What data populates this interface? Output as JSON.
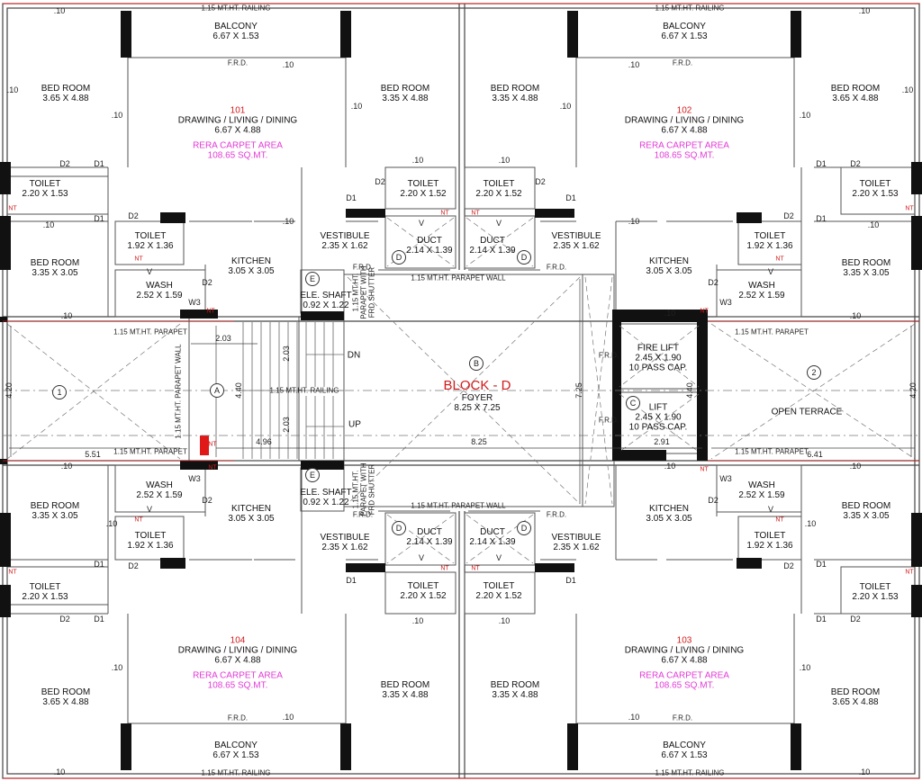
{
  "rooms": [
    {
      "id": "bal-tl",
      "name": "BALCONY",
      "size": "6.67 X 1.53"
    },
    {
      "id": "bal-tr",
      "name": "BALCONY",
      "size": "6.67 X 1.53"
    },
    {
      "id": "bal-bl",
      "name": "BALCONY",
      "size": "6.67 X 1.53"
    },
    {
      "id": "bal-br",
      "name": "BALCONY",
      "size": "6.67 X 1.53"
    },
    {
      "id": "bed-tl-out",
      "name": "BED ROOM",
      "size": "3.65 X 4.88"
    },
    {
      "id": "bed-tl-in",
      "name": "BED ROOM",
      "size": "3.35 X 4.88"
    },
    {
      "id": "bed-tr-in",
      "name": "BED ROOM",
      "size": "3.35 X 4.88"
    },
    {
      "id": "bed-tr-out",
      "name": "BED ROOM",
      "size": "3.65 X 4.88"
    },
    {
      "id": "bed-bl-out",
      "name": "BED ROOM",
      "size": "3.65 X 4.88"
    },
    {
      "id": "bed-bl-in",
      "name": "BED ROOM",
      "size": "3.35 X 4.88"
    },
    {
      "id": "bed-br-in",
      "name": "BED ROOM",
      "size": "3.35 X 4.88"
    },
    {
      "id": "bed-br-out",
      "name": "BED ROOM",
      "size": "3.65 X 4.88"
    },
    {
      "id": "bed2-tl",
      "name": "BED ROOM",
      "size": "3.35 X 3.05"
    },
    {
      "id": "bed2-tr",
      "name": "BED ROOM",
      "size": "3.35 X 3.05"
    },
    {
      "id": "bed2-bl",
      "name": "BED ROOM",
      "size": "3.35 X 3.05"
    },
    {
      "id": "bed2-br",
      "name": "BED ROOM",
      "size": "3.35 X 3.05"
    },
    {
      "id": "toilet-tl-a",
      "name": "TOILET",
      "size": "2.20 X 1.53"
    },
    {
      "id": "toilet-tr-a",
      "name": "TOILET",
      "size": "2.20 X 1.53"
    },
    {
      "id": "toilet-bl-a",
      "name": "TOILET",
      "size": "2.20 X 1.53"
    },
    {
      "id": "toilet-br-a",
      "name": "TOILET",
      "size": "2.20 X 1.53"
    },
    {
      "id": "toilet-tl-b",
      "name": "TOILET",
      "size": "1.92 X 1.36"
    },
    {
      "id": "toilet-tr-b",
      "name": "TOILET",
      "size": "1.92 X 1.36"
    },
    {
      "id": "toilet-bl-b",
      "name": "TOILET",
      "size": "1.92 X 1.36"
    },
    {
      "id": "toilet-br-b",
      "name": "TOILET",
      "size": "1.92 X 1.36"
    },
    {
      "id": "toilet-tc-l",
      "name": "TOILET",
      "size": "2.20 X 1.52"
    },
    {
      "id": "toilet-tc-r",
      "name": "TOILET",
      "size": "2.20 X 1.52"
    },
    {
      "id": "toilet-bc-l",
      "name": "TOILET",
      "size": "2.20 X 1.52"
    },
    {
      "id": "toilet-bc-r",
      "name": "TOILET",
      "size": "2.20 X 1.52"
    },
    {
      "id": "wash-tl",
      "name": "WASH",
      "size": "2.52 X 1.59"
    },
    {
      "id": "wash-tr",
      "name": "WASH",
      "size": "2.52 X 1.59"
    },
    {
      "id": "wash-bl",
      "name": "WASH",
      "size": "2.52 X 1.59"
    },
    {
      "id": "wash-br",
      "name": "WASH",
      "size": "2.52 X 1.59"
    },
    {
      "id": "kitchen-tl",
      "name": "KITCHEN",
      "size": "3.05 X 3.05"
    },
    {
      "id": "kitchen-tr",
      "name": "KITCHEN",
      "size": "3.05 X 3.05"
    },
    {
      "id": "kitchen-bl",
      "name": "KITCHEN",
      "size": "3.05 X 3.05"
    },
    {
      "id": "kitchen-br",
      "name": "KITCHEN",
      "size": "3.05 X 3.05"
    },
    {
      "id": "vest-tl",
      "name": "VESTIBULE",
      "size": "2.35 X 1.62"
    },
    {
      "id": "vest-tr",
      "name": "VESTIBULE",
      "size": "2.35 X 1.62"
    },
    {
      "id": "vest-bl",
      "name": "VESTIBULE",
      "size": "2.35 X 1.62"
    },
    {
      "id": "vest-br",
      "name": "VESTIBULE",
      "size": "2.35 X 1.62"
    },
    {
      "id": "duct-tl",
      "name": "DUCT",
      "size": "2.14 X 1.39"
    },
    {
      "id": "duct-tr",
      "name": "DUCT",
      "size": "2.14 X 1.39"
    },
    {
      "id": "duct-bl",
      "name": "DUCT",
      "size": "2.14 X 1.39"
    },
    {
      "id": "duct-br",
      "name": "DUCT",
      "size": "2.14 X 1.39"
    },
    {
      "id": "ele-t",
      "name": "ELE. SHAFT",
      "size": "0.92 X 1.22"
    },
    {
      "id": "ele-b",
      "name": "ELE. SHAFT",
      "size": "0.92 X 1.22"
    },
    {
      "id": "fire-lift",
      "name": "FIRE LIFT",
      "size": "2.45 X 1.90",
      "extra": "10 PASS CAP."
    },
    {
      "id": "lift",
      "name": "LIFT",
      "size": "2.45 X 1.90",
      "extra": "10 PASS CAP."
    },
    {
      "id": "open-terrace",
      "name": "OPEN TERRACE",
      "size": ""
    }
  ],
  "units": [
    {
      "id": "101",
      "number": "101",
      "name": "DRAWING / LIVING / DINING",
      "size": "6.67 X 4.88",
      "area_label": "RERA CARPET AREA",
      "area": "108.65 SQ.MT."
    },
    {
      "id": "102",
      "number": "102",
      "name": "DRAWING / LIVING / DINING",
      "size": "6.67 X 4.88",
      "area_label": "RERA CARPET AREA",
      "area": "108.65 SQ.MT."
    },
    {
      "id": "104",
      "number": "104",
      "name": "DRAWING / LIVING / DINING",
      "size": "6.67 X 4.88",
      "area_label": "RERA CARPET AREA",
      "area": "108.65 SQ.MT."
    },
    {
      "id": "103",
      "number": "103",
      "name": "DRAWING / LIVING / DINING",
      "size": "6.67 X 4.88",
      "area_label": "RERA CARPET AREA",
      "area": "108.65 SQ.MT."
    }
  ],
  "block": {
    "title": "BLOCK - D",
    "foyer": "FOYER",
    "foyer_size": "8.25 X 7.25"
  },
  "stairs": {
    "dn": "DN",
    "up": "UP"
  },
  "notes": {
    "railing": "1.15 MT.HT. RAILING",
    "parapet": "1.15 MT.HT. PARAPET",
    "parapet_wall": "1.15 MT.HT. PARAPET WALL",
    "parapet_shutter": "1.15 MT.HT. PARAPET WITH FRD SHUTTER",
    "frd": "F.R.D.",
    "nt": "NT",
    "door1": "D1",
    "door2": "D2",
    "w3": "W3",
    "v": "V",
    "wall": ".10"
  },
  "dimensions": {
    "d203": "2.03",
    "d440": "4.40",
    "d496": "4.96",
    "d551": "5.51",
    "d825": "8.25",
    "d641": "6.41",
    "d725": "7.25",
    "d291": "2.91",
    "d420": "4.20"
  },
  "grid_labels": {
    "a": "A",
    "b": "B",
    "c": "C",
    "d": "D",
    "e": "E",
    "one": "1",
    "two": "2"
  }
}
